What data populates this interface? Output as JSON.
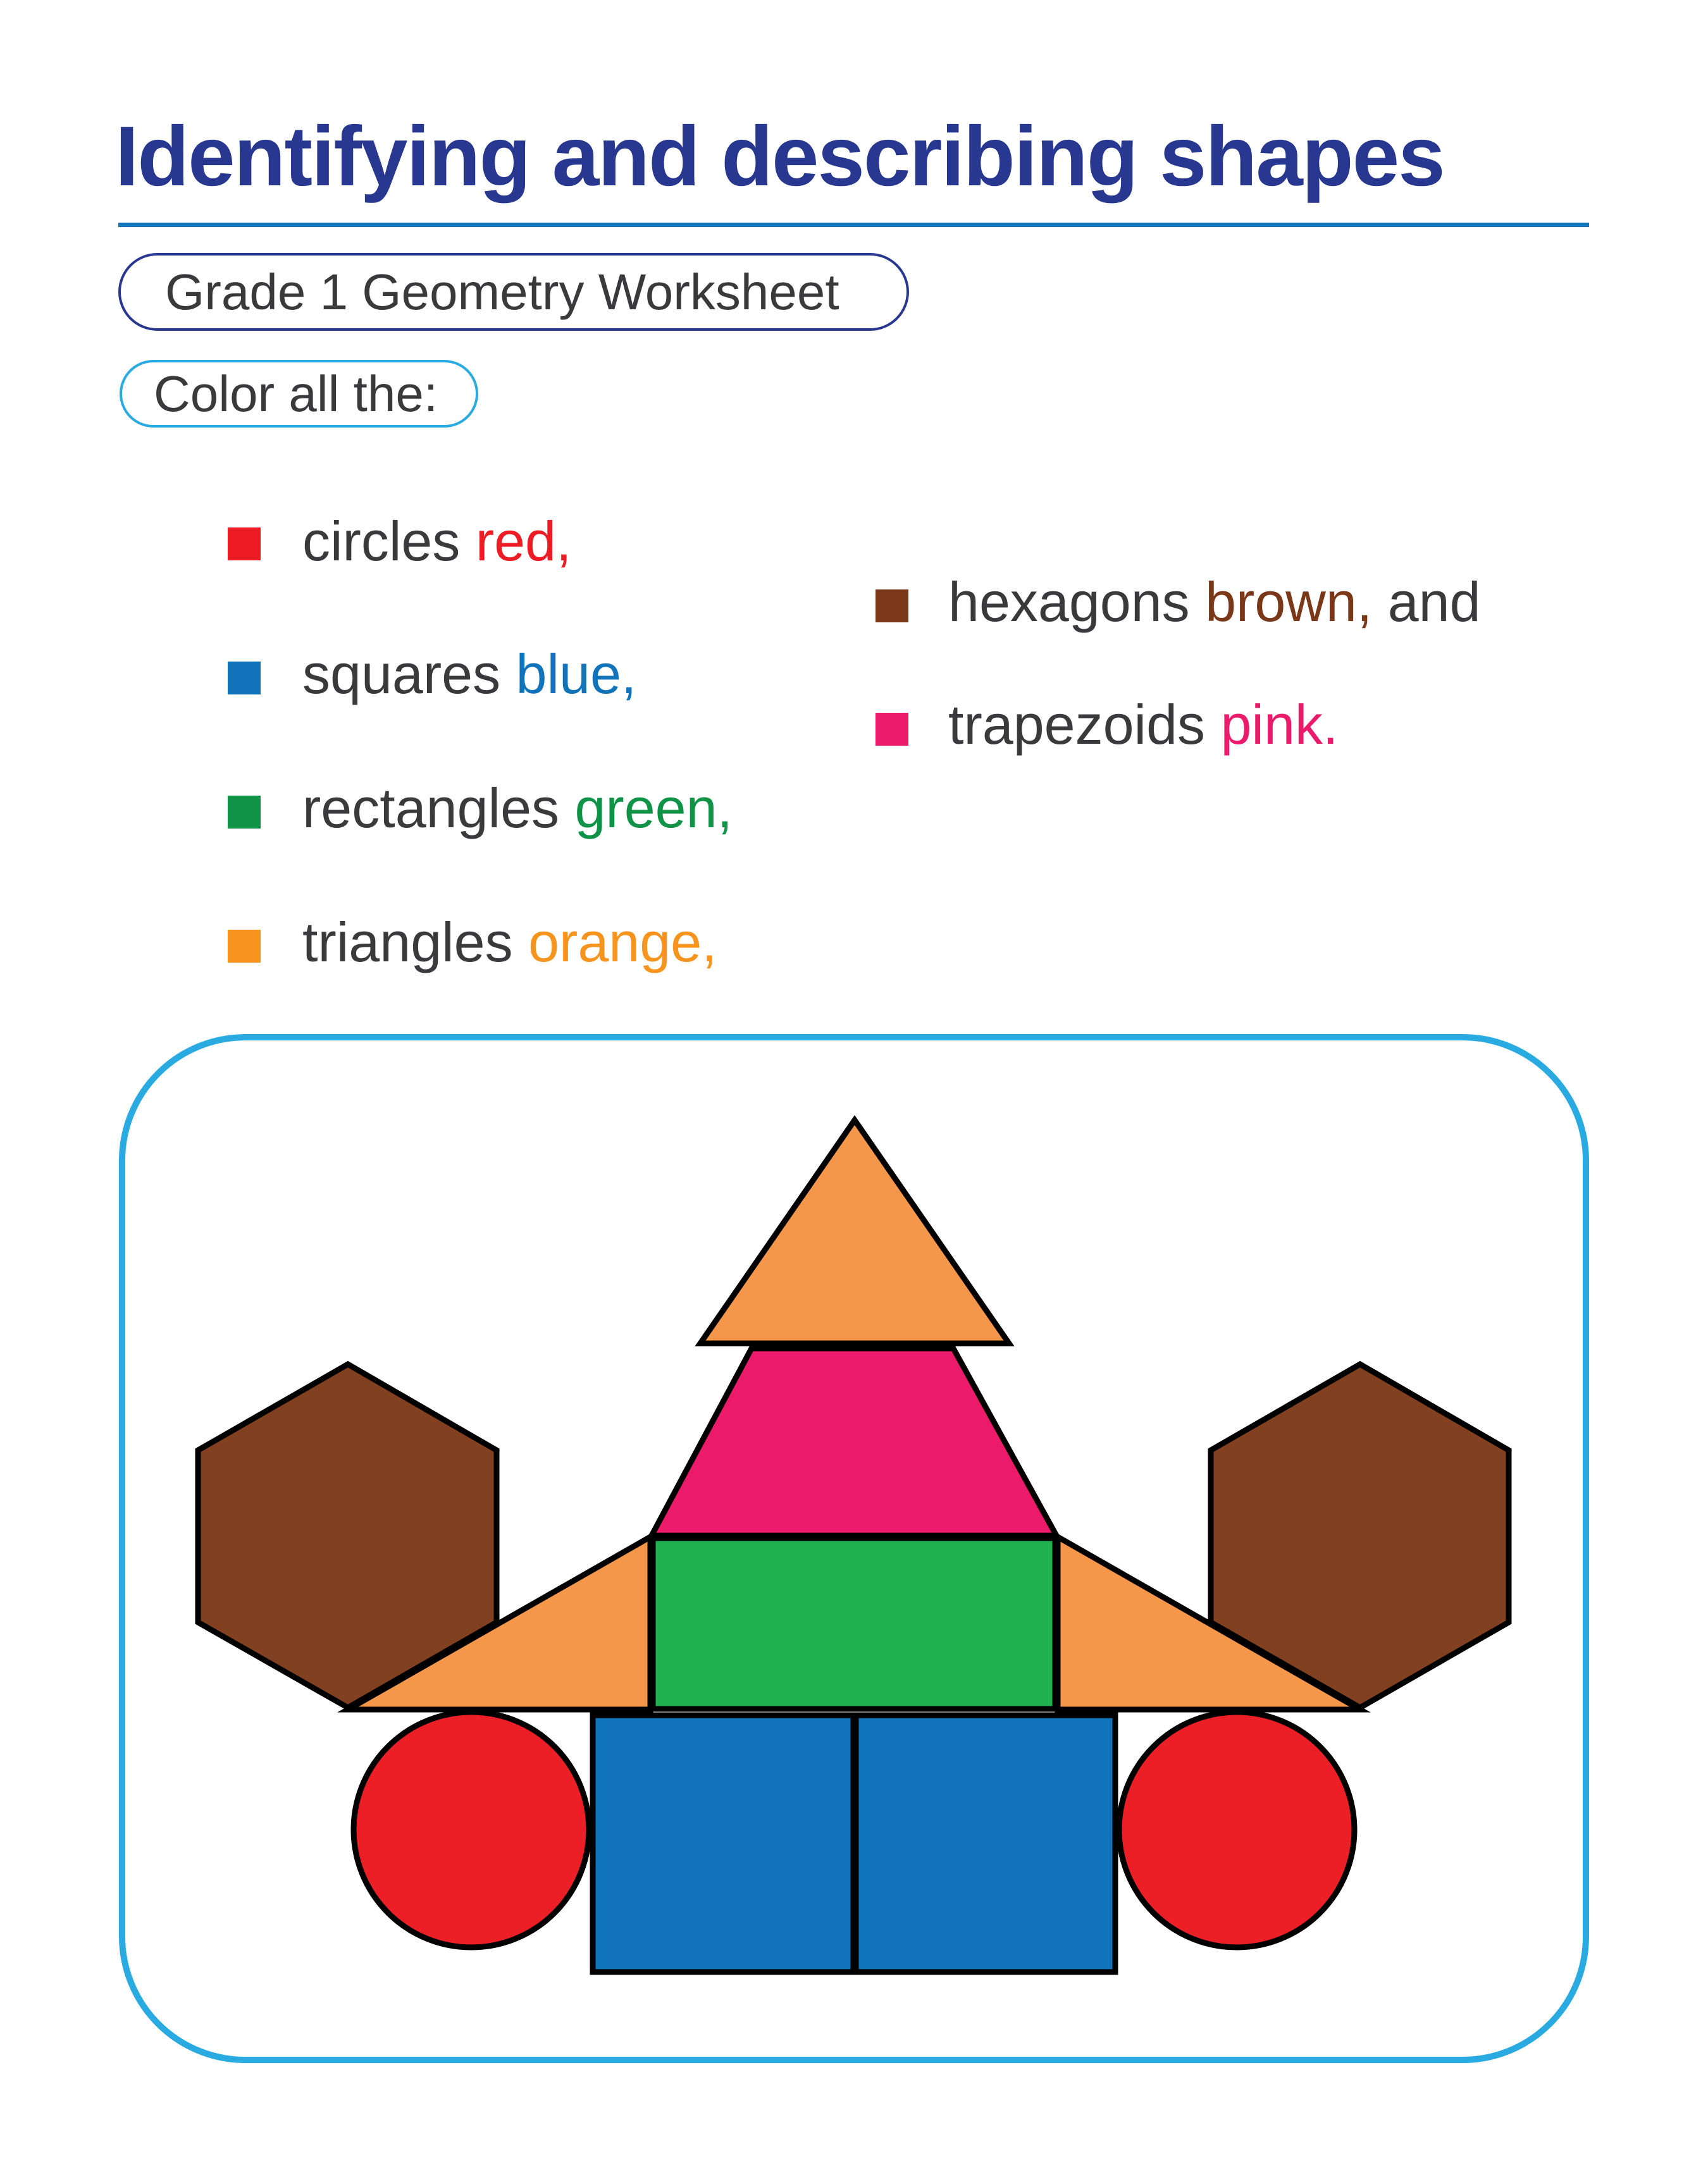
{
  "header": {
    "title": "Identifying and describing shapes",
    "subtitle": "Grade 1 Geometry Worksheet",
    "instruction": "Color all the:"
  },
  "legend": {
    "left": [
      {
        "shape": "circles",
        "color_word": "red,",
        "color": "#ED1C24"
      },
      {
        "shape": "squares",
        "color_word": "blue,",
        "color": "#1173BA"
      },
      {
        "shape": "rectangles",
        "color_word": "green,",
        "color": "#0F9447"
      },
      {
        "shape": "triangles",
        "color_word": "orange,",
        "color": "#F7941D"
      }
    ],
    "right": [
      {
        "shape": "hexagons",
        "color_word": "brown,",
        "suffix": "and",
        "color": "#7B3819"
      },
      {
        "shape": "trapezoids",
        "color_word": "pink.",
        "suffix": "",
        "color": "#EC1A6A"
      }
    ]
  },
  "colors": {
    "title": "#283891",
    "rule": "#1175BD",
    "text": "#3A3A3C",
    "frame": "#29ABE2",
    "shape_outline": "#000000"
  },
  "figure": {
    "shapes": [
      {
        "type": "triangle",
        "fill": "#F5974A",
        "label": "top triangle"
      },
      {
        "type": "trapezoid",
        "fill": "#EC1A6A",
        "label": "trapezoid"
      },
      {
        "type": "rectangle",
        "fill": "#20B14E",
        "label": "rectangle"
      },
      {
        "type": "triangle",
        "fill": "#F5974A",
        "label": "left triangle"
      },
      {
        "type": "triangle",
        "fill": "#F5974A",
        "label": "right triangle"
      },
      {
        "type": "hexagon",
        "fill": "#814020",
        "label": "left hexagon"
      },
      {
        "type": "hexagon",
        "fill": "#814020",
        "label": "right hexagon"
      },
      {
        "type": "square",
        "fill": "#1173BA",
        "label": "left square"
      },
      {
        "type": "square",
        "fill": "#1173BA",
        "label": "right square"
      },
      {
        "type": "circle",
        "fill": "#ED1F26",
        "label": "left circle"
      },
      {
        "type": "circle",
        "fill": "#ED1F26",
        "label": "right circle"
      }
    ]
  }
}
